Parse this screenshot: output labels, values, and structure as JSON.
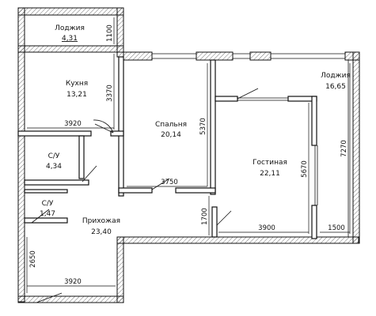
{
  "rooms": [
    {
      "id": "loggia-top",
      "name": "Лоджия",
      "area": "4,31"
    },
    {
      "id": "kitchen",
      "name": "Кухня",
      "area": "13,21"
    },
    {
      "id": "bedroom",
      "name": "Спальня",
      "area": "20,14"
    },
    {
      "id": "living",
      "name": "Гостиная",
      "area": "22,11"
    },
    {
      "id": "loggia-right",
      "name": "Лоджия",
      "area": "16,65"
    },
    {
      "id": "bath1",
      "name": "С/У",
      "area": "4,34"
    },
    {
      "id": "bath2",
      "name": "С/У",
      "area": "1,47"
    },
    {
      "id": "hall",
      "name": "Прихожая",
      "area": "23,40"
    }
  ],
  "dimensions": {
    "loggia_top_depth": "1100",
    "kitchen_depth": "3370",
    "kitchen_width": "3920",
    "bedroom_depth": "5370",
    "bedroom_width": "3750",
    "living_depth": "5670",
    "living_width": "3900",
    "loggia_right_depth": "7270",
    "loggia_right_width": "1500",
    "corridor_depth": "1700",
    "hall_depth": "2650",
    "hall_width": "3920"
  }
}
